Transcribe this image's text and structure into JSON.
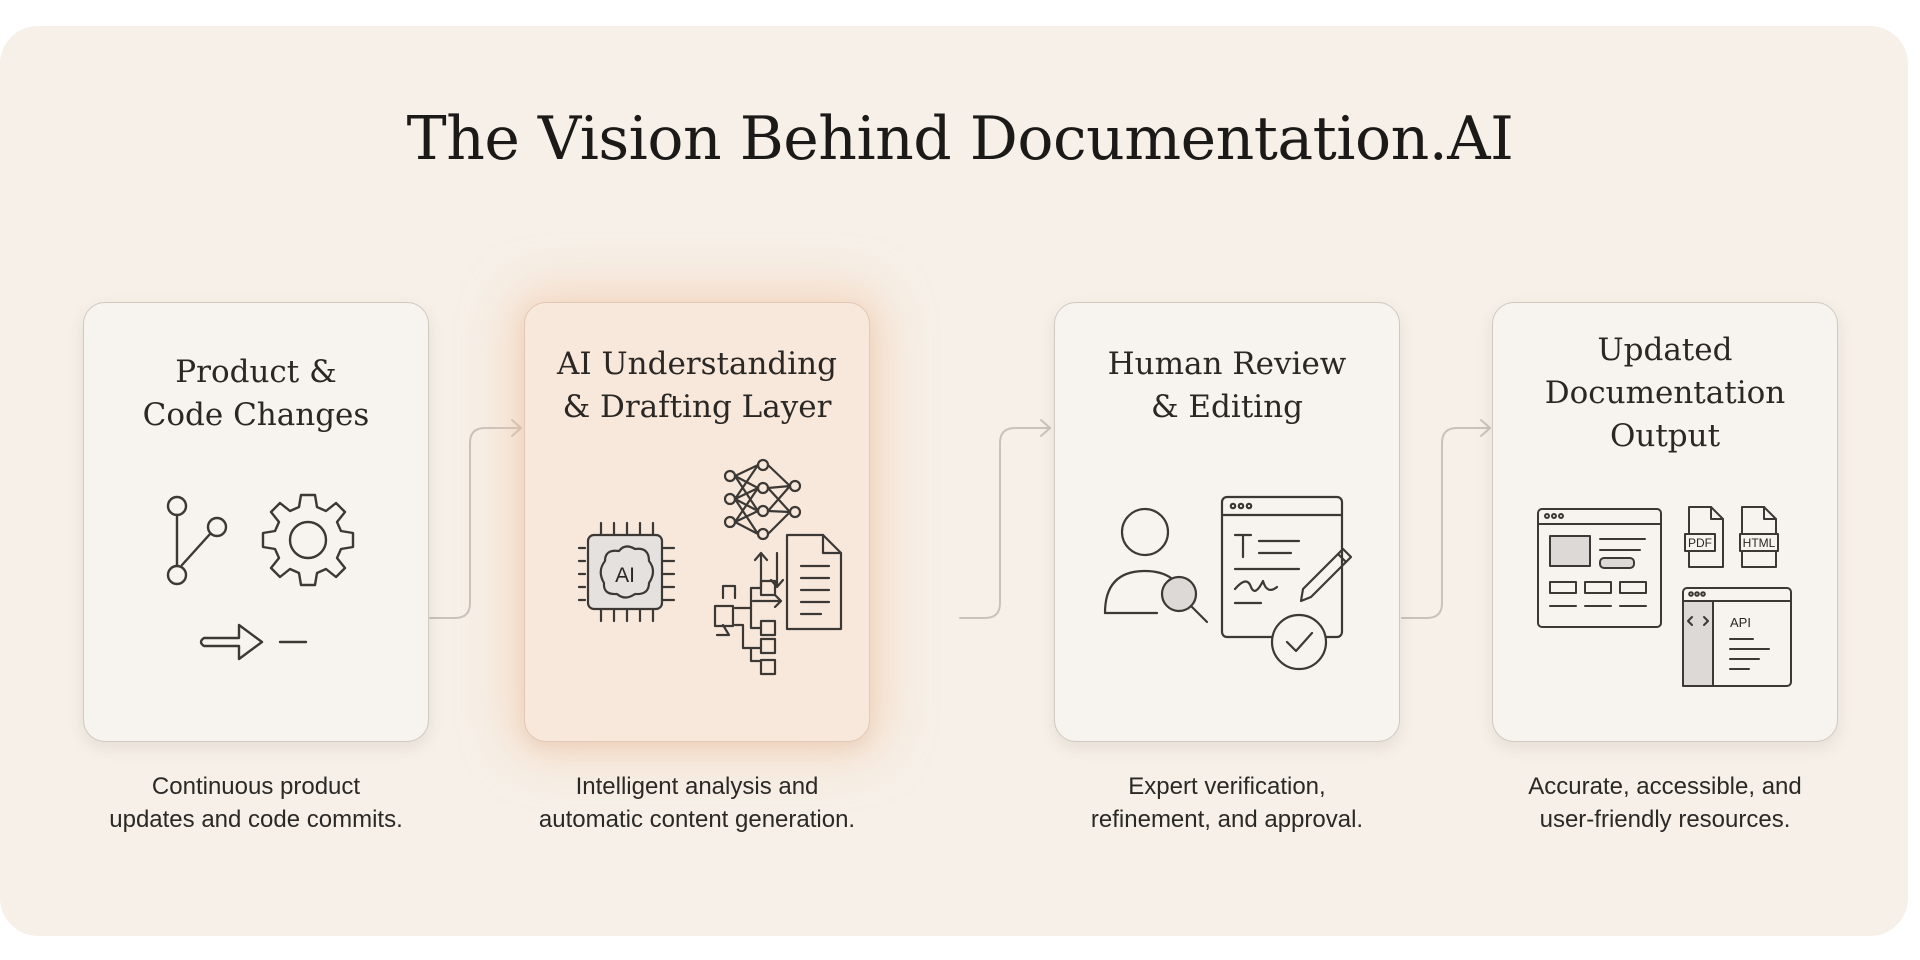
{
  "title": "The Vision Behind Documentation.AI",
  "steps": [
    {
      "title_lines": [
        "Product &",
        "Code Changes"
      ],
      "caption_lines": [
        "Continuous product",
        "updates and code commits."
      ],
      "icons": [
        "branch-icon",
        "gear-icon",
        "arrow-icon"
      ]
    },
    {
      "title_lines": [
        "AI Understanding",
        "& Drafting Layer"
      ],
      "caption_lines": [
        "Intelligent analysis and",
        "automatic content generation."
      ],
      "icons": [
        "ai-chip-icon",
        "neural-network-icon",
        "document-sort-icon",
        "flowchart-icon"
      ],
      "chip_label": "AI",
      "highlighted": true
    },
    {
      "title_lines": [
        "Human Review",
        "& Editing"
      ],
      "caption_lines": [
        "Expert verification,",
        "refinement, and approval."
      ],
      "icons": [
        "reviewer-icon",
        "editor-window-icon",
        "checkmark-icon"
      ]
    },
    {
      "title_lines": [
        "Updated",
        "Documentation",
        "Output"
      ],
      "caption_lines": [
        "Accurate, accessible, and",
        "user-friendly resources."
      ],
      "icons": [
        "web-page-icon",
        "pdf-file-icon",
        "html-file-icon",
        "api-window-icon"
      ],
      "pdf_label": "PDF",
      "html_label": "HTML",
      "api_label": "API"
    }
  ],
  "colors": {
    "background": "#f6f0e8",
    "card": "#f7f3ee",
    "card_highlight": "#f8e8dc",
    "glow": "#f6c4a2",
    "ink": "#2a2724",
    "icon_fill": "#dcd9d6"
  }
}
